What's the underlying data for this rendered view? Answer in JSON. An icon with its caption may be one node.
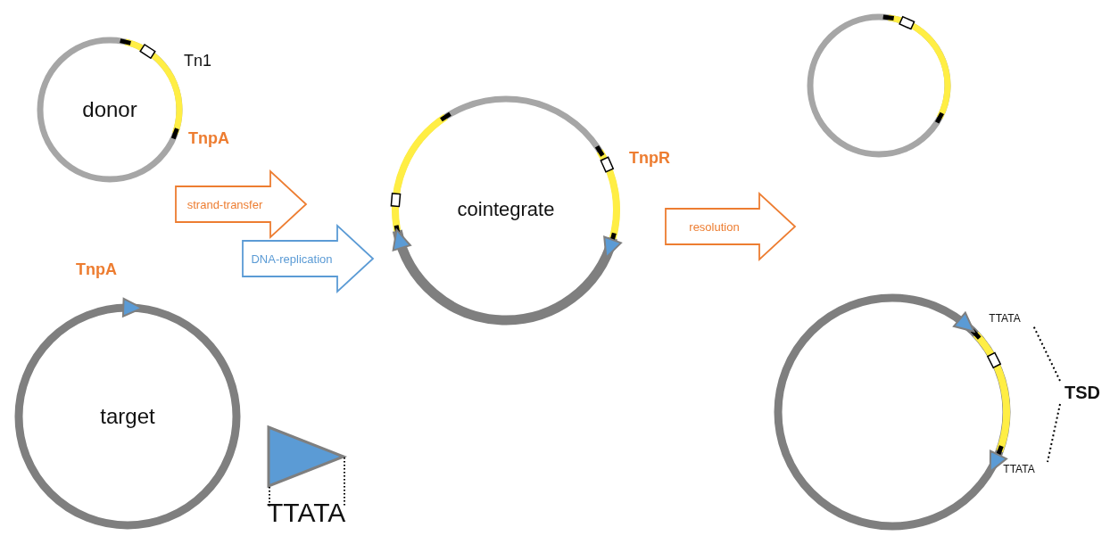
{
  "diagram": {
    "nodes": [
      {
        "text": [
          "donor"
        ],
        "beside": [
          "Tn1",
          "TnpA"
        ]
      },
      {
        "text": [
          "target"
        ],
        "beside": [
          "TnpA"
        ]
      },
      {
        "text": [
          "cointegrate"
        ],
        "beside": [
          "TnpR"
        ]
      },
      {
        "text": [],
        "shape": "circle"
      },
      {
        "text": [],
        "shape": "circle"
      },
      {
        "text": [
          "TTATA"
        ]
      },
      {
        "text": [
          "TSD"
        ]
      },
      {
        "text": [
          "TTATA"
        ]
      }
    ],
    "edges": [
      {
        "from": 0,
        "to": 2,
        "arrow": "to",
        "label": "strand-transfer"
      },
      {
        "from": 1,
        "to": 2,
        "arrow": "to",
        "label": "DNA-replication",
        "color": "#5b9bd5"
      },
      {
        "from": 2,
        "to": null,
        "arrow": "to",
        "label": "resolution"
      },
      {
        "from": 6,
        "to": 5,
        "arrow": "none",
        "style": "dashed"
      },
      {
        "from": 6,
        "to": 7,
        "arrow": "none",
        "style": "dashed"
      }
    ],
    "labels": [
      "TTATA"
    ]
  }
}
